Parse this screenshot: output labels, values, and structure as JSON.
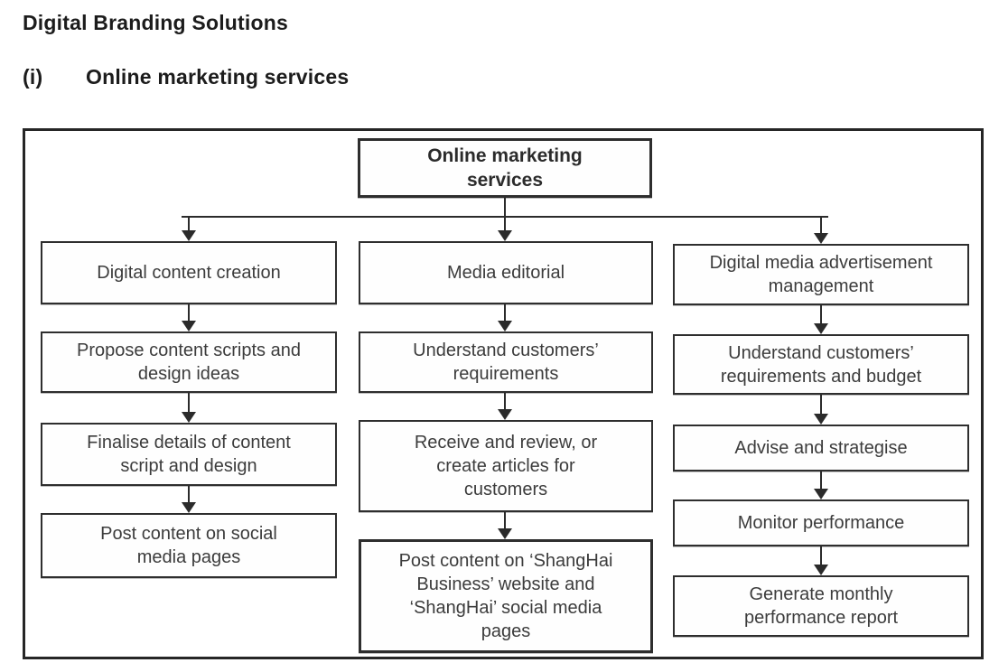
{
  "headings": {
    "title": "Digital Branding Solutions",
    "section_index": "(i)",
    "section_title": "Online marketing services"
  },
  "flowchart": {
    "root": {
      "label": "Online marketing\nservices"
    },
    "columns": [
      {
        "name": "digital-content-creation",
        "nodes": [
          {
            "label": "Digital content creation"
          },
          {
            "label": "Propose content scripts and\ndesign ideas"
          },
          {
            "label": "Finalise details of content\nscript and design"
          },
          {
            "label": "Post content on social\nmedia pages"
          }
        ]
      },
      {
        "name": "media-editorial",
        "nodes": [
          {
            "label": "Media editorial"
          },
          {
            "label": "Understand customers’\nrequirements"
          },
          {
            "label": "Receive and review, or\ncreate articles for\ncustomers"
          },
          {
            "label": "Post content on ‘ShangHai\nBusiness’ website and\n‘ShangHai’ social media\npages"
          }
        ]
      },
      {
        "name": "digital-media-advertisement-management",
        "nodes": [
          {
            "label": "Digital media advertisement\nmanagement"
          },
          {
            "label": "Understand customers’\nrequirements and budget"
          },
          {
            "label": "Advise and strategise"
          },
          {
            "label": "Monitor performance"
          },
          {
            "label": "Generate monthly\nperformance report"
          }
        ]
      }
    ],
    "colors": {
      "border": "#2e2e2e",
      "text": "#3c3c3c",
      "heading_text": "#1c1c1c",
      "background": "#ffffff"
    }
  }
}
